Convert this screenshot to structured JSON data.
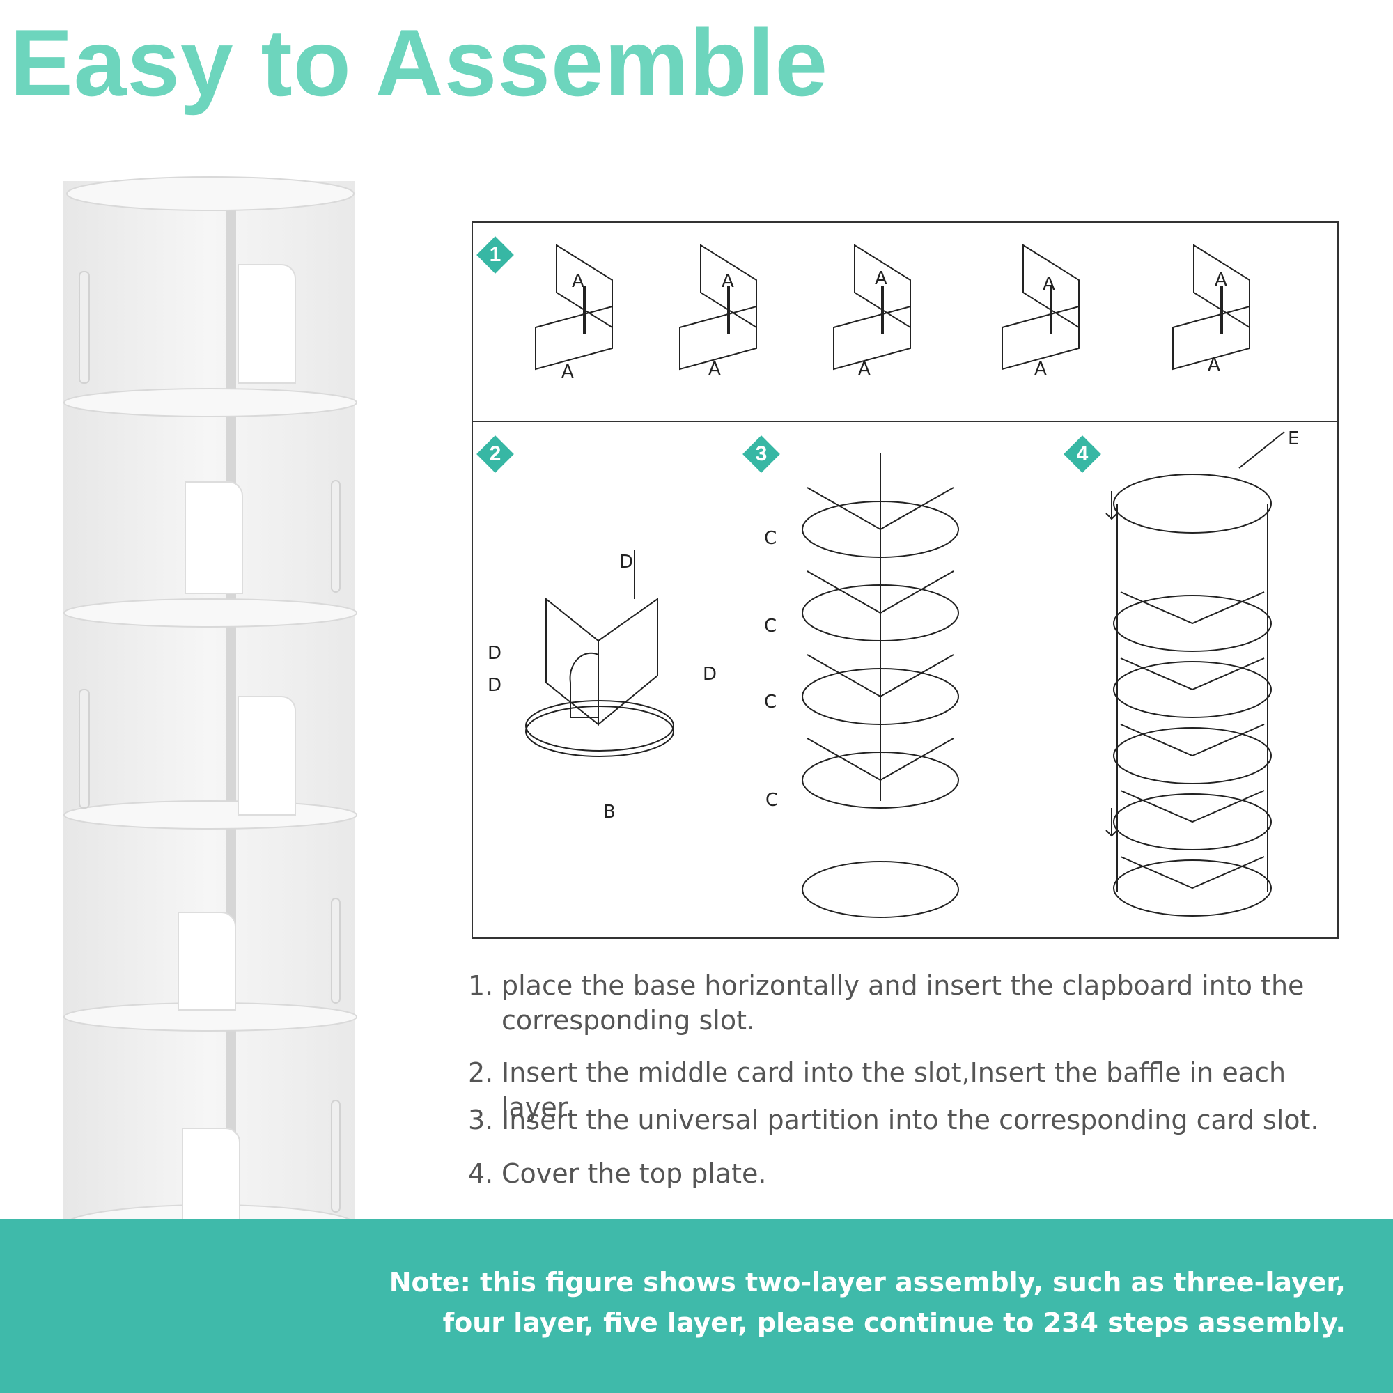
{
  "title": "Easy to Assemble",
  "colors": {
    "title": "#6dd5bd",
    "band": "#3fbaaa",
    "marker": "#37b7a4"
  },
  "diagram": {
    "step_markers": [
      "1",
      "2",
      "3",
      "4"
    ],
    "part_labels": {
      "a": "A",
      "b": "B",
      "c": "C",
      "d": "D",
      "e": "E"
    }
  },
  "instructions": [
    {
      "num": "1.",
      "text": "place the base horizontally and insert the clapboard into the corresponding slot."
    },
    {
      "num": "2.",
      "text": "Insert the middle card into the slot,Insert the baffle in each layer."
    },
    {
      "num": "3.",
      "text": "Insert the universal partition into the corresponding card slot."
    },
    {
      "num": "4.",
      "text": "Cover the top plate."
    }
  ],
  "note": "Note: this figure shows two-layer assembly, such as three-layer, four layer, five layer, please continue to 234 steps assembly."
}
